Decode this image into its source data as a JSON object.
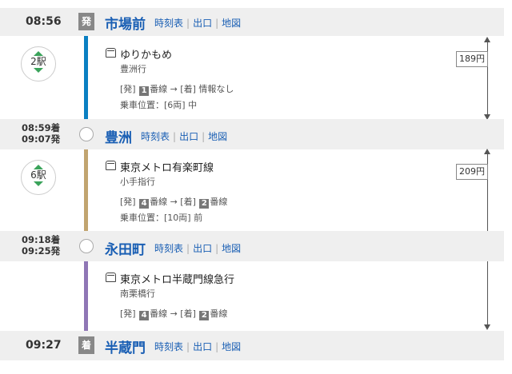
{
  "stations": [
    {
      "time": "08:56",
      "badge": "発",
      "name": "市場前",
      "links": [
        "時刻表",
        "出口",
        "地図"
      ]
    },
    {
      "time_arr": "08:59着",
      "time_dep": "09:07発",
      "name": "豊洲",
      "links": [
        "時刻表",
        "出口",
        "地図"
      ]
    },
    {
      "time_arr": "09:18着",
      "time_dep": "09:25発",
      "name": "永田町",
      "links": [
        "時刻表",
        "出口",
        "地図"
      ]
    },
    {
      "time": "09:27",
      "badge": "着",
      "name": "半蔵門",
      "links": [
        "時刻表",
        "出口",
        "地図"
      ]
    }
  ],
  "rides": [
    {
      "stops": "2駅",
      "line": "ゆりかもめ",
      "direction": "豊洲行",
      "dep_label": "[発]",
      "dep_track": "1",
      "dep_suffix": "番線 → [着] 情報なし",
      "arr_label": "",
      "arr_track": "",
      "arr_suffix": "",
      "position": "乗車位置：[6両] 中",
      "color": "#0a7fc2"
    },
    {
      "stops": "6駅",
      "line": "東京メトロ有楽町線",
      "direction": "小手指行",
      "dep_label": "[発]",
      "dep_track": "4",
      "dep_suffix": "番線 → [着]",
      "arr_track": "2",
      "arr_suffix": "番線",
      "position": "乗車位置：[10両] 前",
      "color": "#c1a470"
    },
    {
      "stops": "",
      "line": "東京メトロ半蔵門線急行",
      "direction": "南栗橋行",
      "dep_label": "[発]",
      "dep_track": "4",
      "dep_suffix": "番線 → [着]",
      "arr_track": "2",
      "arr_suffix": "番線",
      "position": "",
      "color": "#8f76b5"
    }
  ],
  "fares": [
    "189円",
    "209円"
  ]
}
